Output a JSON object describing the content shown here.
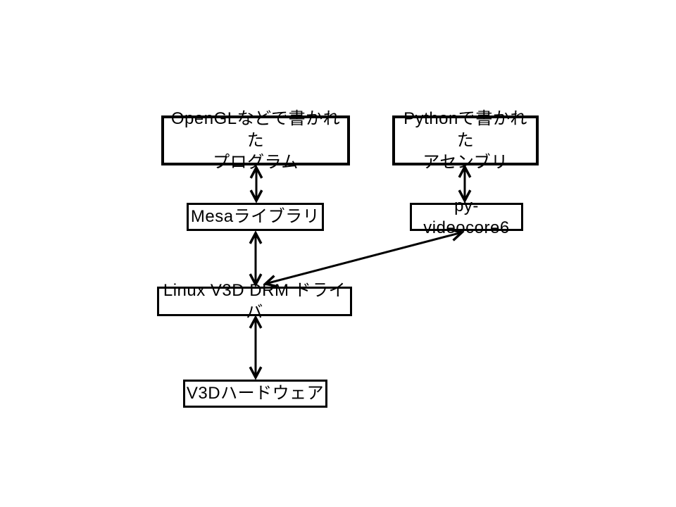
{
  "colors": {
    "background": "#ffffff",
    "box_border": "#000000",
    "text": "#000000",
    "arrow": "#000000"
  },
  "diagram": {
    "nodes": {
      "opengl_program": {
        "label": "OpenGLなどで書かれた\nプログラム"
      },
      "python_assembly": {
        "label": "Pythonで書かれた\nアセンブリ"
      },
      "mesa_library": {
        "label": "Mesaライブラリ"
      },
      "py_videocore6": {
        "label": "py-videocore6"
      },
      "linux_v3d_drm": {
        "label": "Linux V3D DRM ドライバ"
      },
      "v3d_hardware": {
        "label": "V3Dハードウェア"
      }
    },
    "edges": [
      {
        "from": "opengl_program",
        "to": "mesa_library",
        "style": "double-arrow"
      },
      {
        "from": "python_assembly",
        "to": "py_videocore6",
        "style": "double-arrow"
      },
      {
        "from": "mesa_library",
        "to": "linux_v3d_drm",
        "style": "double-arrow"
      },
      {
        "from": "py_videocore6",
        "to": "linux_v3d_drm",
        "style": "double-arrow"
      },
      {
        "from": "linux_v3d_drm",
        "to": "v3d_hardware",
        "style": "double-arrow"
      }
    ]
  }
}
